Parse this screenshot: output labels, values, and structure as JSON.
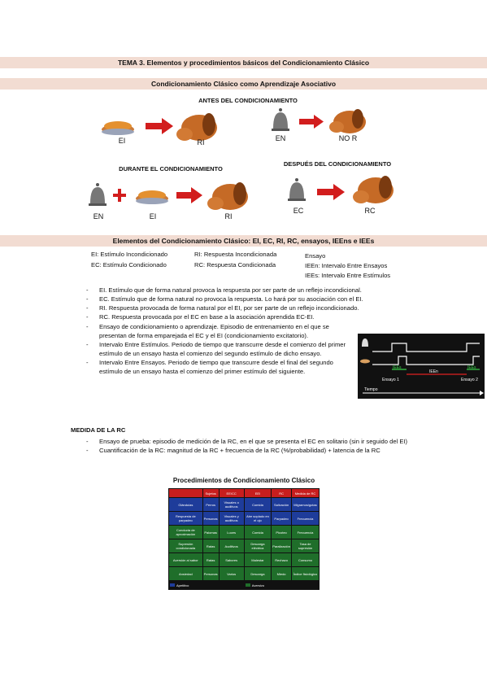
{
  "title": "TEMA 3. Elementos y procedimientos básicos del Condicionamiento Clásico",
  "section1": "Condicionamiento Clásico como Aprendizaje Asociativo",
  "antes": "ANTES DEL CONDICIONAMIENTO",
  "durante": "DURANTE EL CONDICIONAMIENTO",
  "despues": "DESPUÉS DEL CONDICIONAMIENTO",
  "labels": {
    "ei": "EI",
    "ri": "RI",
    "en": "EN",
    "nor": "NO R",
    "ec": "EC",
    "rc": "RC"
  },
  "section2": "Elementos del Condicionamiento Clásico: EI, EC, RI, RC, ensayos, IEEns e IEEs",
  "defs": {
    "ei": "EI: Estímulo Incondicionado",
    "ec": "EC: Estímulo Condicionado",
    "ri": "RI: Respuesta Incondicionada",
    "rc": "RC: Respuesta Condicionada",
    "ensayo": "Ensayo",
    "ieen": "IEEn: Intervalo Entre Ensayos",
    "iees": "IEEs: Intervalo Entre Estímulos"
  },
  "bullets": [
    "EI. Estímulo que de forma natural provoca la respuesta por ser parte de un reflejo incondicional.",
    "EC. Estímulo que de forma natural no provoca la respuesta. Lo hará por su asociación con el EI.",
    "RI. Respuesta provocada de forma natural por el EI, por ser parte de un reflejo incondicionado.",
    "RC. Respuesta provocada por el EC en base a la asociación aprendida EC-EI.",
    "Ensayo de condicionamiento o aprendizaje. Episodio de entrenamiento en el que se presentan de forma emparejada el EC y el EI (condicionamiento excitatorio).",
    "Intervalo Entre Estímulos. Periodo de tiempo que transcurre desde el comienzo del primer estímulo de un ensayo hasta el comienzo del segundo estímulo de dicho ensayo.",
    "Intervalo Entre Ensayos. Periodo de tiempo que transcurre desde el final del segundo estímulo de un ensayo hasta el comienzo del primer estímulo del siguiente."
  ],
  "timeline": {
    "iees": "IEEs",
    "ieen": "IEEn",
    "ensayo1": "Ensayo 1",
    "ensayo2": "Ensayo 2",
    "tiempo": "Tiempo"
  },
  "medida_title": "MEDIDA DE LA RC",
  "medida": [
    "Ensayo de prueba: episodio de medición de la RC, en el que se presenta el EC en solitario (sin ir seguido del EI)",
    "Cuantificación de la RC: magnitud de la RC + frecuencia de la RC (%/probabilidad) + latencia de la RC"
  ],
  "proc_title": "Procedimientos de Condicionamiento Clásico",
  "table": {
    "header": [
      "",
      "Sujetos",
      "EE/CC",
      "EEI",
      "RC",
      "Medida de RC"
    ],
    "rows": [
      [
        "Glándulas",
        "Perros",
        "Visuales o auditivos",
        "Comida",
        "Salivación",
        "Mlgramos/gotas"
      ],
      [
        "Respuesta de parpadeo",
        "Personas",
        "Visuales y auditivos",
        "Aire soplado en el ojo",
        "Parpadeo",
        "Frecuencia"
      ],
      [
        "Conducta de aproximación",
        "Palomas",
        "Luces",
        "Comida",
        "Picoteo",
        "Frecuencia"
      ],
      [
        "Supresión condicionada",
        "Ratas",
        "Auditivos",
        "Descarga eléctrica",
        "Paralización",
        "Tasa de supresión"
      ],
      [
        "Aversión al sabor",
        "Ratas",
        "Sabores",
        "Malestar",
        "Rechazo",
        "Consumo"
      ],
      [
        "Ansiedad",
        "Personas",
        "Varios",
        "Descarga",
        "Miedo",
        "Índice fisiológico"
      ]
    ],
    "legend1": "Apetitivo",
    "legend2": "Aversivo"
  }
}
